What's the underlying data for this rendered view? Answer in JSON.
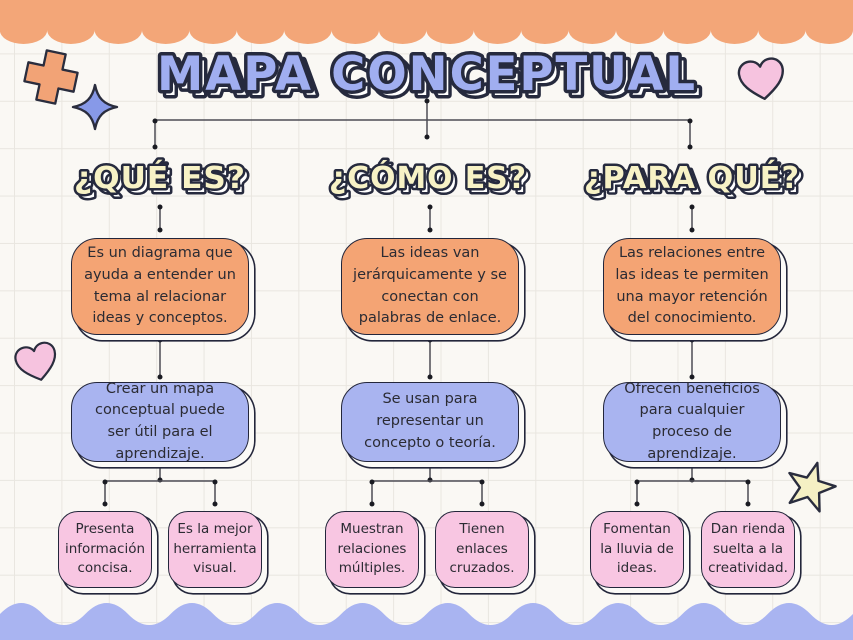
{
  "page": {
    "title": "MAPA CONCEPTUAL"
  },
  "columns": [
    {
      "header": "¿QUÉ ES?",
      "definition": "Es un diagrama que ayuda a entender un tema al relacionar ideas y conceptos.",
      "detail": "Crear un mapa conceptual puede ser útil para el aprendizaje.",
      "leaves": [
        "Presenta información concisa.",
        "Es la mejor herramienta visual."
      ]
    },
    {
      "header": "¿CÓMO ES?",
      "definition": "Las ideas van jerárquicamente y se conectan con palabras de enlace.",
      "detail": "Se usan para representar un concepto o teoría.",
      "leaves": [
        "Muestran relaciones múltiples.",
        "Tienen enlaces cruzados."
      ]
    },
    {
      "header": "¿PARA QUÉ?",
      "definition": "Las relaciones entre las ideas te permiten una mayor retención del conocimiento.",
      "detail": "Ofrecen beneficios para cualquier proceso de aprendizaje.",
      "leaves": [
        "Fomentan la lluvia de ideas.",
        "Dan rienda suelta a la creatividad."
      ]
    }
  ],
  "decorations": {
    "top_border": "orange-scallop",
    "bottom_border": "blue-wave",
    "shapes": [
      "plus-icon",
      "sparkle-icon",
      "heart-icon-top-right",
      "heart-icon-left",
      "star-icon-bottom-right"
    ]
  },
  "colors": {
    "banner_top": "#F3A678",
    "banner_bottom": "#A9B4F1",
    "definition_fill": "#F4A474",
    "detail_fill": "#A9B4F0",
    "leaf_fill": "#F8C6E2",
    "title_fill": "#A0AEF0",
    "header_fill": "#F7F2C6",
    "outline": "#262A3E",
    "background": "#FAF8F4"
  }
}
